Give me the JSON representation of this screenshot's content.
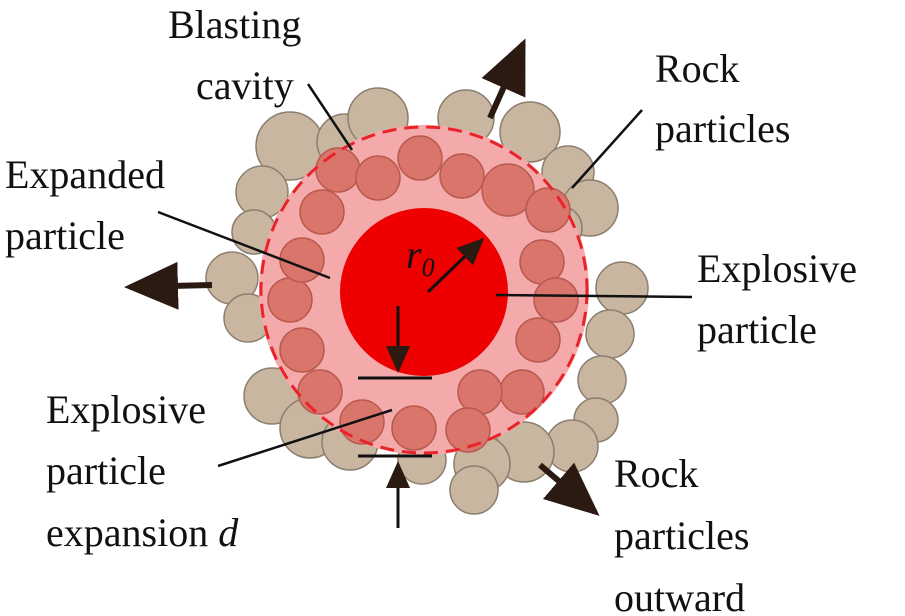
{
  "labels": {
    "blasting_cavity": [
      "Blasting",
      "cavity"
    ],
    "rock_particles": [
      "Rock",
      "particles"
    ],
    "expanded_particle": [
      "Expanded",
      "particle"
    ],
    "explosive_particle": [
      "Explosive",
      "particle"
    ],
    "expansion": [
      "Explosive",
      "particle",
      "expansion "
    ],
    "expansion_symbol": "d",
    "radius_symbol": "r",
    "radius_subscript": "0",
    "rock_outward": [
      "Rock",
      "particles",
      "outward"
    ]
  },
  "colors": {
    "rock": "#c8b6a0",
    "rock_outline": "#8c7e6e",
    "expanded_zone": "#f4aaaa",
    "ring_particle": "#d9756a",
    "explosive_core": "#ee0000",
    "cavity_boundary": "#e8232a",
    "leader_line": "#111111"
  }
}
